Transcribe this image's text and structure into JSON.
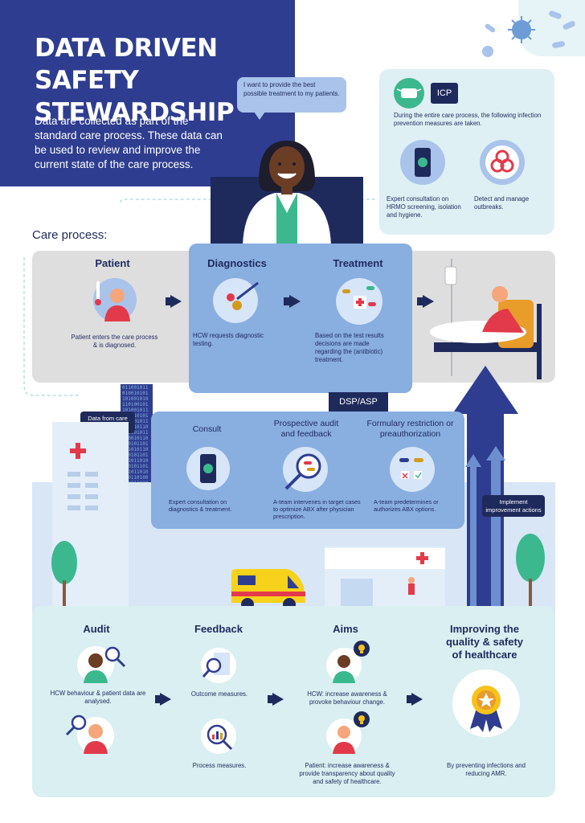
{
  "header": {
    "title": "DATA DRIVEN SAFETY STEWARDSHIP",
    "intro": "Data are collected as part of the standard care process. These data can be used to review and improve the current state of the care process."
  },
  "speech_bubble": "I want to provide the best possible treatment to my patients.",
  "icp": {
    "label": "ICP",
    "description": "During the entire care process, the following infection prevention measures are taken.",
    "items": [
      {
        "text": "Expert consultation on HRMO screening, isolation and hygiene.",
        "icon": "phone-icon"
      },
      {
        "text": "Detect and manage outbreaks.",
        "icon": "biohazard-icon"
      }
    ]
  },
  "care_process": {
    "label": "Care process:",
    "steps": [
      {
        "title": "Patient",
        "text": "Patient enters the care process & is diagnosed.",
        "icon": "patient-thermometer-icon"
      },
      {
        "title": "Diagnostics",
        "text": "HCW requests diagnostic testing.",
        "icon": "petri-dish-icon"
      },
      {
        "title": "Treatment",
        "text": "Based on the test results decisions are made regarding the (antibiotic) treatment.",
        "icon": "pills-icon"
      }
    ]
  },
  "dsp": {
    "label": "DSP/ASP",
    "items": [
      {
        "title": "Consult",
        "text": "Expert consultation on diagnostics & treatment.",
        "icon": "phone-icon"
      },
      {
        "title": "Prospective audit and feedback",
        "text": "A-team intervenes in target cases to optimize ABX after physician prescription.",
        "icon": "magnifier-pills-icon"
      },
      {
        "title": "Formulary restriction or preauthorization",
        "text": "A-team predetermines or authorizes ABX options.",
        "icon": "checklist-pills-icon"
      }
    ]
  },
  "tags": {
    "data_from": "Data from care process",
    "implement": "Implement improvement actions"
  },
  "binary_stream": "0110010110100101011010010101101001011010010110100101011010010110100101101001010110100101101001011010010101101001011010010110100101011010010110100101101001010110100101101001011010010101101001011010010110100101011010010110100101101001010110100101101001011010010101101001011010010110100101011010010110100101101001010110100101101001011010010101101001011010010110100101011010010110100101101001",
  "outcome": {
    "audit": {
      "title": "Audit",
      "text": "HCW behaviour & patient data are analysed."
    },
    "feedback": {
      "title": "Feedback",
      "outcome": "Outcome measures.",
      "process": "Process measures."
    },
    "aims": {
      "title": "Aims",
      "hcw": "HCW: increase awareness & provoke behaviour change.",
      "patient": "Patient: increase awareness & provide transparency about quality and safety of healthcare."
    },
    "improving": {
      "title": "Improving the quality & safety of healthcare",
      "text": "By preventing infections and reducing AMR.",
      "icon": "medal-icon"
    }
  },
  "colors": {
    "navy": "#2e3d8f",
    "dark": "#1f2a5c",
    "light_blue": "#89aee0",
    "teal_bg": "#d9eff1",
    "accent_red": "#e23a4a",
    "green": "#3cb88f"
  }
}
